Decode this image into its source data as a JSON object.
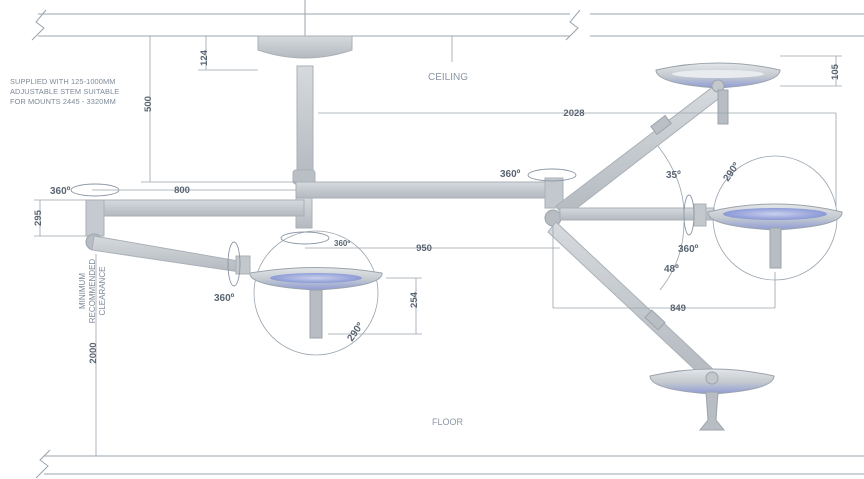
{
  "labels": {
    "ceiling": "CEILING",
    "floor": "FLOOR",
    "note_lines": [
      "SUPPLIED WITH 125-1000MM",
      "ADJUSTABLE STEM SUITABLE",
      "FOR MOUNTS 2445 - 3320MM"
    ],
    "clearance_lines": [
      "MINIMUM",
      "RECOMMENDED",
      "CLEARANCE"
    ]
  },
  "dimensions": {
    "d124": "124",
    "d500": "500",
    "d800": "800",
    "d295": "295",
    "d2000": "2000",
    "d254": "254",
    "d950": "950",
    "d2028": "2028",
    "d105": "105",
    "d849": "849"
  },
  "angles": {
    "rot_left_arm": "360º",
    "rot_center": "360º",
    "rot_left_light": "360º",
    "rot_right_arm": "360º",
    "rot_right_light": "360º",
    "tilt_left": "290º",
    "tilt_right": "290º",
    "arm_up": "35º",
    "arm_down": "48º"
  },
  "colors": {
    "line": "#9aa4ae",
    "body": "#c7ccd1",
    "body_dark": "#aab1b8",
    "light_glow": "#8f9cd8",
    "text": "#5a6572"
  }
}
